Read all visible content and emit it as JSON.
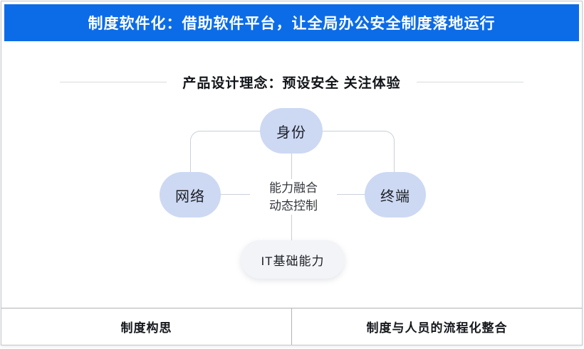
{
  "banner": {
    "title": "制度软件化：借助软件平台，让全局办公安全制度落地运行"
  },
  "section": {
    "title": "产品设计理念：预设安全 关注体验"
  },
  "diagram": {
    "identity_label": "身份",
    "network_label": "网络",
    "terminal_label": "终端",
    "center_text_line1": "能力融合",
    "center_text_line2": "动态控制",
    "it_base_label": "IT基础能力"
  },
  "footer": {
    "left_cell_label": "制度构思",
    "right_cell_label": "制度与人员的流程化整合"
  },
  "colors": {
    "banner_bg": "#0c6ce8",
    "banner_text": "#ffffff",
    "node_fill": "#cdd9f3",
    "it_node_fill": "#f2f4f7",
    "connector": "#c9cfd9",
    "frame_border": "#c3c6c9",
    "text_dark": "#1f2329"
  }
}
